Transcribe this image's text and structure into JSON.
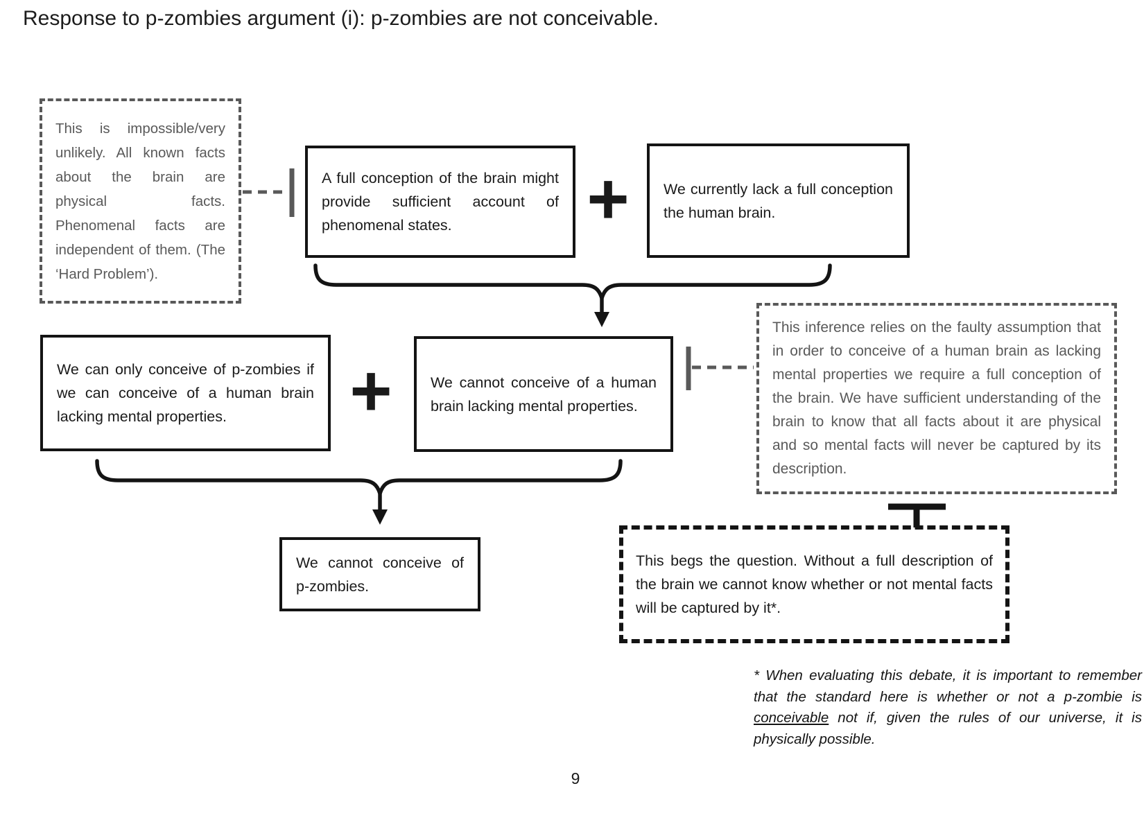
{
  "title": "Response to p-zombies argument (i): p-zombies are not conceivable.",
  "boxes": {
    "hard_problem_note": "This is impossible/very unlikely. All known facts about the brain are physical facts. Phenomenal facts are independent of them. (The ‘Hard Problem’).",
    "full_conception_premise": "A full conception of the brain might provide sufficient account of phenomenal states.",
    "lack_conception_premise": "We currently lack a full conception the human brain.",
    "only_if_premise": "We can only conceive of p-zombies if we can conceive of a human brain lacking mental properties.",
    "cannot_conceive_brain": "We cannot conceive of a human brain lacking mental properties.",
    "cannot_conceive_pzombies": "We cannot conceive of p-zombies.",
    "faulty_assumption_note": "This inference relies on the faulty assumption that in order to conceive of a human brain as lacking mental properties we require a full conception of the brain. We have sufficient understanding of the brain to know that all facts about it are physical and so mental facts will never be captured by its description.",
    "begs_question_note": "This begs the question. Without a full description of the brain we cannot know whether or not mental facts will be captured by it*."
  },
  "operators": {
    "plus": "+"
  },
  "footnote": {
    "prefix": "* When evaluating this debate, it is important to remember that the standard here is whether or not a p-zombie is ",
    "underlined": "conceivable",
    "suffix": " not if, given the rules of our universe, it is physically possible."
  },
  "page_number": "9",
  "colors": {
    "ink": "#141414",
    "note_gray": "#595959",
    "background": "#ffffff"
  },
  "icons": {
    "brace_top": "curly-brace-down",
    "brace_bottom": "curly-brace-down",
    "arrows": "arrow-down",
    "objection_connectors": "dashed-tack-connector",
    "support_connector": "t-connector"
  }
}
